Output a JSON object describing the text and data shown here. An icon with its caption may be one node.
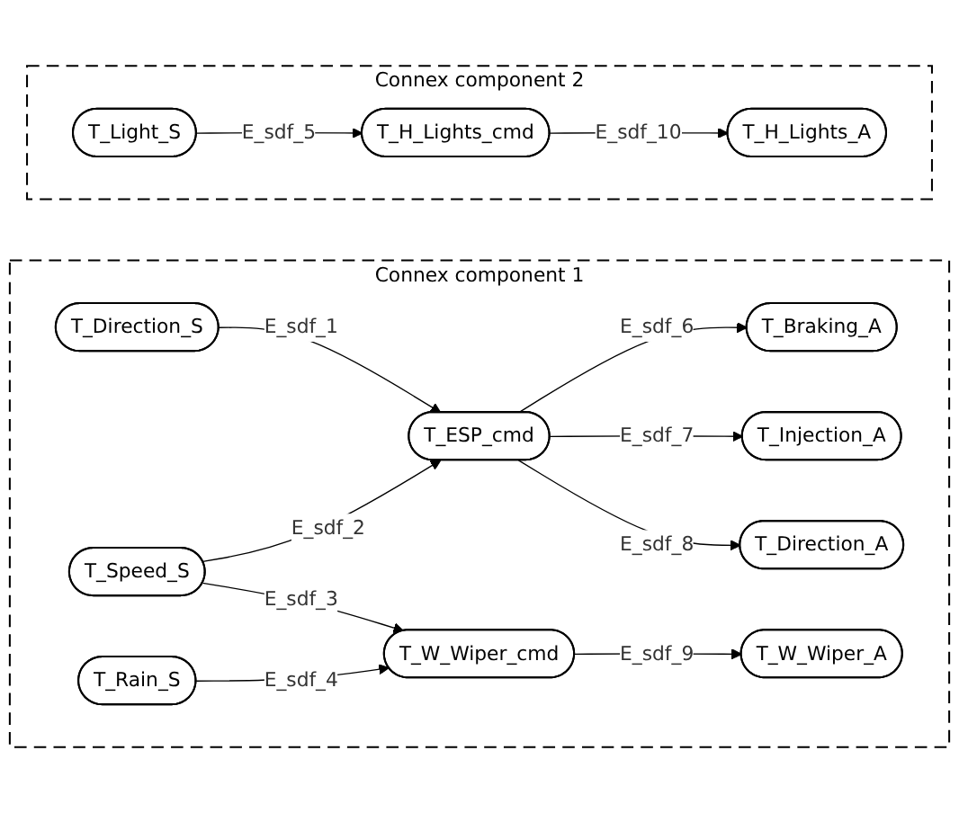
{
  "diagram": {
    "nodes": [
      {
        "text": [
          "Connex component 1"
        ]
      },
      {
        "text": [
          "T_Direction_S"
        ],
        "in": 0
      },
      {
        "text": [
          "T_Braking_A"
        ],
        "in": 0
      },
      {
        "text": [
          "T_ESP_cmd"
        ],
        "in": 0
      },
      {
        "text": [
          "T_Speed_S"
        ],
        "in": 0
      },
      {
        "text": [
          "T_Injection_A"
        ],
        "in": 0
      },
      {
        "text": [
          "T_W_Wiper_cmd"
        ],
        "in": 0
      },
      {
        "text": [
          "T_Direction_A"
        ],
        "in": 0
      },
      {
        "text": [
          "T_Rain_S"
        ],
        "in": 0
      },
      {
        "text": [
          "T_W_Wiper_A"
        ],
        "in": 0
      },
      {
        "text": [
          "Connex component 2"
        ]
      },
      {
        "text": [
          "T_Light_S"
        ],
        "in": 10
      },
      {
        "text": [
          "T_H_Lights_cmd"
        ],
        "in": 10
      },
      {
        "text": [
          "T_H_Lights_A"
        ],
        "in": 10
      }
    ],
    "edges": [
      {
        "from": 1,
        "to": 3,
        "arrow": "to",
        "label": "E_sdf_1"
      },
      {
        "from": 4,
        "to": 3,
        "arrow": "to",
        "label": "E_sdf_2"
      },
      {
        "from": 4,
        "to": 6,
        "arrow": "to",
        "label": "E_sdf_3"
      },
      {
        "from": 8,
        "to": 6,
        "arrow": "to",
        "label": "E_sdf_4"
      },
      {
        "from": 11,
        "to": 12,
        "arrow": "to",
        "label": "E_sdf_5"
      },
      {
        "from": 3,
        "to": 2,
        "arrow": "to",
        "label": "E_sdf_6"
      },
      {
        "from": 3,
        "to": 5,
        "arrow": "to",
        "label": "E_sdf_7"
      },
      {
        "from": 3,
        "to": 7,
        "arrow": "to",
        "label": "E_sdf_8"
      },
      {
        "from": 6,
        "to": 9,
        "arrow": "to",
        "label": "E_sdf_9"
      },
      {
        "from": 12,
        "to": 13,
        "arrow": "to",
        "label": "E_sdf_10"
      }
    ]
  }
}
